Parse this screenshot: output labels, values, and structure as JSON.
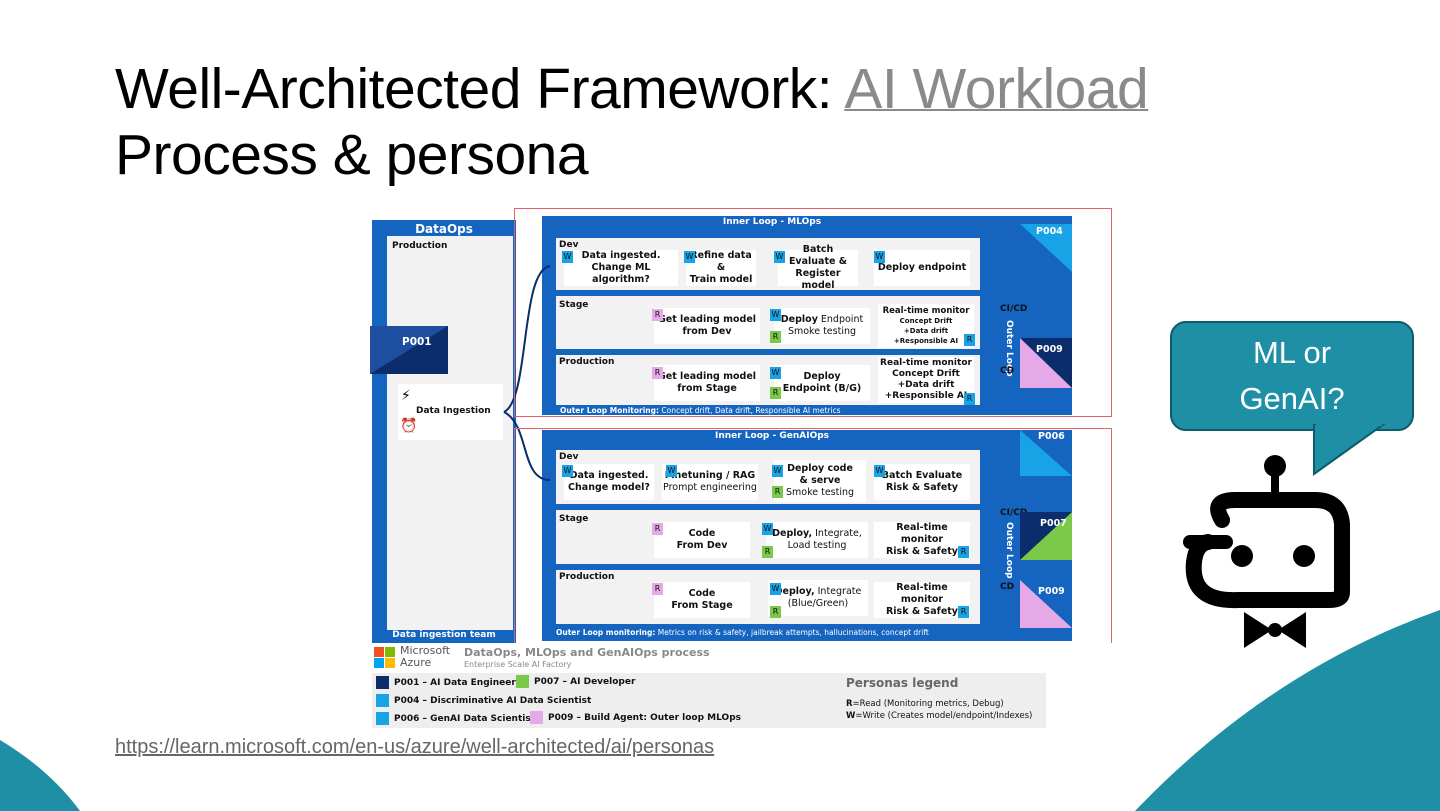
{
  "slide": {
    "title_prefix": "Well-Architected Framework: ",
    "title_link": "AI Workload",
    "subtitle": "Process & persona",
    "callout_line1": "ML or",
    "callout_line2": "GenAI?",
    "footer_link": "https://learn.microsoft.com/en-us/azure/well-architected/ai/personas"
  },
  "diagram": {
    "dataops": {
      "header": "DataOps",
      "production": "Production",
      "persona": "P001",
      "ingestion": "Data Ingestion",
      "team": "Data ingestion team"
    },
    "mlops": {
      "header": "Inner Loop - MLOps",
      "dev": "Dev",
      "stage": "Stage",
      "production": "Production",
      "dev_box1_l1": "Data ingested.",
      "dev_box1_l2": "Change ML algorithm?",
      "dev_box2_l1": "Refine data &",
      "dev_box2_l2": "Train model",
      "dev_box3_l1": "Batch Evaluate &",
      "dev_box3_l2": "Register model",
      "dev_box4": "Deploy endpoint",
      "stage_box1_l1": "Get leading model",
      "stage_box1_l2": "from Dev",
      "stage_box2_bold": "Deploy",
      "stage_box2_thin": " Endpoint",
      "stage_box2_l2": "Smoke testing",
      "stage_box3_l1": "Real-time monitor",
      "stage_box3_l2": "Concept Drift",
      "stage_box3_l3": "+Data drift",
      "stage_box3_l4": "+Responsible AI",
      "prod_box1_l1": "Get leading model",
      "prod_box1_l2": "from Stage",
      "prod_box2_l1": "Deploy",
      "prod_box2_l2": "Endpoint (B/G)",
      "prod_box3_l1": "Real-time monitor",
      "prod_box3_l2": "Concept Drift",
      "prod_box3_l3": "+Data drift",
      "prod_box3_l4": "+Responsible AI",
      "monitoring_bold": "Outer Loop Monitoring:",
      "monitoring_text": " Concept drift, Data drift, Responsible AI metrics",
      "cicd": "CI/CD",
      "outer_loop": "Outer Loop",
      "cd": "CD",
      "persona_top": "P004",
      "persona_bottom": "P009"
    },
    "genaiops": {
      "header": "Inner Loop - GenAIOps",
      "dev": "Dev",
      "stage": "Stage",
      "production": "Production",
      "dev_box1_l1": "Data ingested.",
      "dev_box1_l2": "Change model?",
      "dev_box2_l1": "Finetuning / RAG",
      "dev_box2_l2": "Prompt engineering",
      "dev_box3_l1": "Deploy code",
      "dev_box3_l2": "& serve",
      "dev_box3_l3": "Smoke testing",
      "dev_box4_l1": "Batch Evaluate",
      "dev_box4_l2": "Risk & Safety",
      "stage_box1_l1": "Code",
      "stage_box1_l2": "From Dev",
      "stage_box2_bold": "Deploy,",
      "stage_box2_thin": " Integrate,",
      "stage_box2_l2": "Load testing",
      "stage_box3_l1": "Real-time monitor",
      "stage_box3_l2": "Risk & Safety",
      "prod_box1_l1": "Code",
      "prod_box1_l2": "From Stage",
      "prod_box2_bold": "Deploy,",
      "prod_box2_thin": " Integrate",
      "prod_box2_l2": "(Blue/Green)",
      "prod_box3_l1": "Real-time monitor",
      "prod_box3_l2": "Risk & Safety",
      "monitoring_bold": "Outer Loop monitoring:",
      "monitoring_text": " Metrics on risk & safety, jailbreak attempts, hallucinations, concept drift",
      "cicd": "CI/CD",
      "outer_loop": "Outer Loop",
      "cd": "CD",
      "persona_top": "P006",
      "persona_mid": "P007",
      "persona_bottom": "P009"
    },
    "badges": {
      "w": "W",
      "r": "R"
    },
    "footer": {
      "brand_line1": "Microsoft",
      "brand_line2": "Azure",
      "process_title": "DataOps, MLOps and GenAIOps process",
      "process_sub": "Enterprise Scale AI Factory"
    },
    "legend": {
      "title": "Personas legend",
      "p001": "P001 – AI Data Engineer",
      "p007": "P007 – AI Developer",
      "p004": "P004 – Discriminative AI Data Scientist",
      "p006": "P006 – GenAI Data Scientist",
      "p009": "P009 – Build Agent: Outer loop MLOps",
      "r_key": "R",
      "r_text": "=Read (Monitoring metrics, Debug)",
      "w_key": "W",
      "w_text": "=Write (Creates model/endpoint/Indexes)"
    }
  },
  "colors": {
    "azure_blue": "#1565c0",
    "dark_navy": "#0b2d6b",
    "persona_cyan": "#17a3e6",
    "persona_green": "#7cc84a",
    "persona_pink": "#e4a9e6",
    "teal": "#1f8fa5",
    "red_outline": "#e0636b"
  }
}
